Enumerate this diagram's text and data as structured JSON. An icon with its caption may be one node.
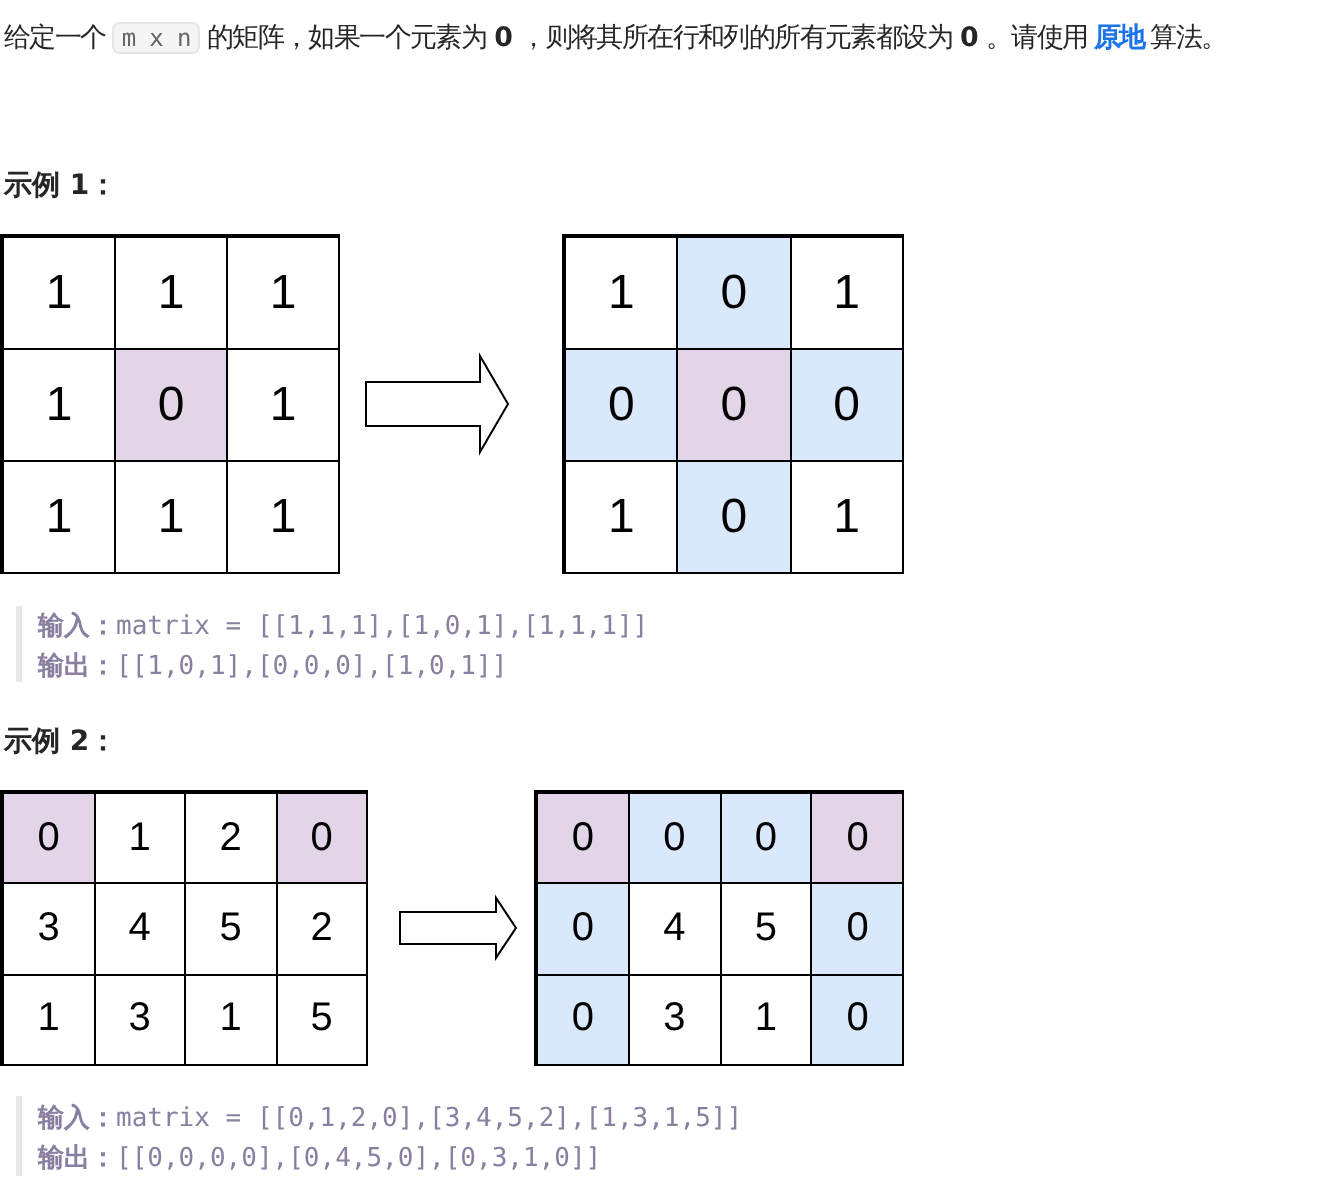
{
  "diagram": {
    "nodes": [
      {
        "text": [],
        "shape": "box"
      },
      {
        "text": [
          "1"
        ],
        "in": 0
      },
      {
        "text": [
          "1"
        ],
        "in": 0
      },
      {
        "text": [
          "1"
        ],
        "in": 0
      },
      {
        "text": [
          "1"
        ],
        "in": 0
      },
      {
        "text": [
          "0"
        ],
        "in": 0
      },
      {
        "text": [
          "1"
        ],
        "in": 0
      },
      {
        "text": [
          "1"
        ],
        "in": 0
      },
      {
        "text": [
          "1"
        ],
        "in": 0
      },
      {
        "text": [
          "1"
        ],
        "in": 0
      },
      {
        "text": [],
        "shape": "box"
      },
      {
        "text": [
          "1"
        ],
        "in": 10
      },
      {
        "text": [
          "0"
        ],
        "in": 10
      },
      {
        "text": [
          "1"
        ],
        "in": 10
      },
      {
        "text": [
          "0"
        ],
        "in": 10
      },
      {
        "text": [
          "0"
        ],
        "in": 10
      },
      {
        "text": [
          "0"
        ],
        "in": 10
      },
      {
        "text": [
          "1"
        ],
        "in": 10
      },
      {
        "text": [
          "0"
        ],
        "in": 10
      },
      {
        "text": [
          "1"
        ],
        "in": 10
      },
      {
        "text": [],
        "shape": "box"
      },
      {
        "text": [
          "0"
        ],
        "in": 20
      },
      {
        "text": [
          "1"
        ],
        "in": 20
      },
      {
        "text": [
          "2"
        ],
        "in": 20
      },
      {
        "text": [
          "0"
        ],
        "in": 20
      },
      {
        "text": [
          "3"
        ],
        "in": 20
      },
      {
        "text": [
          "4"
        ],
        "in": 20
      },
      {
        "text": [
          "5"
        ],
        "in": 20
      },
      {
        "text": [
          "2"
        ],
        "in": 20
      },
      {
        "text": [
          "1"
        ],
        "in": 20
      },
      {
        "text": [
          "3"
        ],
        "in": 20
      },
      {
        "text": [
          "1"
        ],
        "in": 20
      },
      {
        "text": [
          "5"
        ],
        "in": 20
      },
      {
        "text": [],
        "shape": "box"
      },
      {
        "text": [
          "0"
        ],
        "in": 33
      },
      {
        "text": [
          "0"
        ],
        "in": 33
      },
      {
        "text": [
          "0"
        ],
        "in": 33
      },
      {
        "text": [
          "0"
        ],
        "in": 33
      },
      {
        "text": [
          "0"
        ],
        "in": 33
      },
      {
        "text": [
          "4"
        ],
        "in": 33
      },
      {
        "text": [
          "5"
        ],
        "in": 33
      },
      {
        "text": [
          "0"
        ],
        "in": 33
      },
      {
        "text": [
          "0"
        ],
        "in": 33
      },
      {
        "text": [
          "3"
        ],
        "in": 33
      },
      {
        "text": [
          "1"
        ],
        "in": 33
      },
      {
        "text": [
          "0"
        ],
        "in": 33
      }
    ],
    "edges": [
      {
        "from": 0,
        "to": 10,
        "arrow": "to"
      },
      {
        "from": 20,
        "to": 33,
        "arrow": "to"
      }
    ],
    "labels": [
      "给定一个",
      "m x n",
      "的矩阵，如果一个元素为 **0** ，则将其所在行和列的所有元素都设为 **0** 。请使用",
      "原地",
      "算法。",
      "示例 1：",
      "**输入：**matrix = [[1,1,1],[1,0,1],[1,1,1]]",
      "**输出：**[[1,0,1],[0,0,0],[1,0,1]]",
      "示例 2：",
      "**输入：**matrix = [[0,1,2,0],[3,4,5,2],[1,3,1,5]]",
      "**输出：**[[0,0,0,0],[0,4,5,0],[0,3,1,0]]"
    ]
  }
}
